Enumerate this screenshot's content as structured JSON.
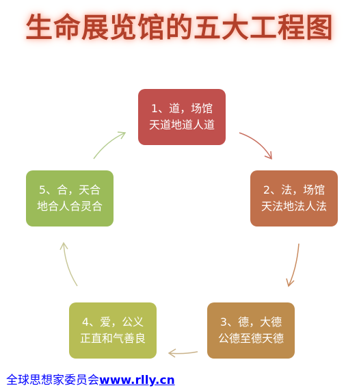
{
  "title": "生命展览馆的五大工程图",
  "nodes": [
    {
      "line1": "1、道，场馆",
      "line2": "天道地道人道",
      "color": "#c0504d"
    },
    {
      "line1": "2、法，场馆",
      "line2": "天法地法人法",
      "color": "#c0704b"
    },
    {
      "line1": "3、德，大德",
      "line2": "公德至德天德",
      "color": "#bd8c4d"
    },
    {
      "line1": "4、爱，公义",
      "line2": "正直和气善良",
      "color": "#b7bd55"
    },
    {
      "line1": "5、合，天合",
      "line2": "地合人合灵合",
      "color": "#9bbb59"
    }
  ],
  "footer": {
    "org": "全球思想家委员会",
    "url": "www.rlly.cn"
  },
  "arrow_colors": [
    "#c87060",
    "#c88a5e",
    "#c9b28a",
    "#c9c89a",
    "#b4cc90"
  ]
}
